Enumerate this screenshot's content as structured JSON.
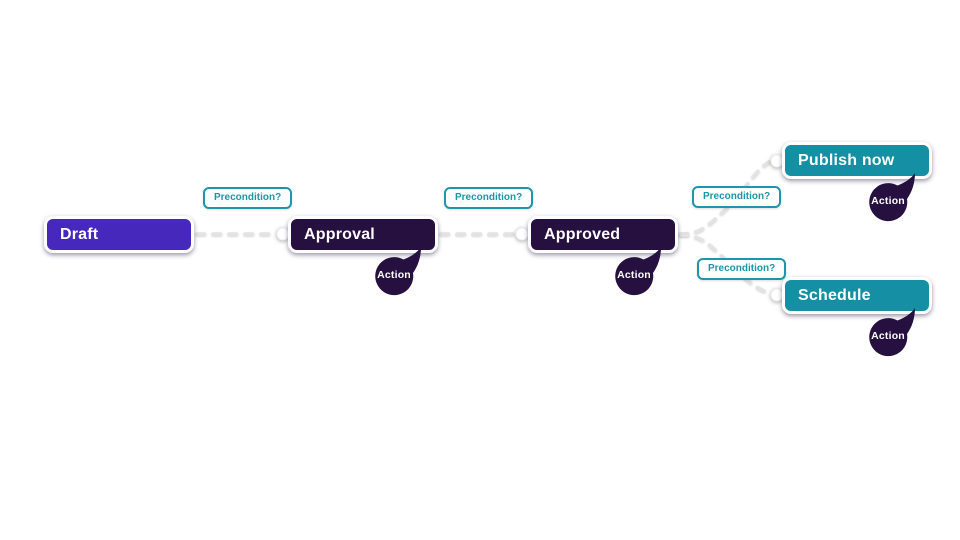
{
  "diagram": {
    "title": "publishing-workflow-diagram",
    "nodes": [
      {
        "id": "draft",
        "label": "Draft",
        "style": "draft",
        "has_action": false
      },
      {
        "id": "approval",
        "label": "Approval",
        "style": "dark",
        "has_action": true,
        "action_label": "Action"
      },
      {
        "id": "approved",
        "label": "Approved",
        "style": "dark",
        "has_action": true,
        "action_label": "Action"
      },
      {
        "id": "publish-now",
        "label": "Publish now",
        "style": "teal",
        "has_action": true,
        "action_label": "Action"
      },
      {
        "id": "schedule",
        "label": "Schedule",
        "style": "teal",
        "has_action": true,
        "action_label": "Action"
      }
    ],
    "edges": [
      {
        "from": "draft",
        "to": "approval",
        "label": "Precondition?",
        "style": "dashed"
      },
      {
        "from": "approval",
        "to": "approved",
        "label": "Precondition?",
        "style": "dashed"
      },
      {
        "from": "approved",
        "to": "publish-now",
        "label": "Precondition?",
        "style": "dashed"
      },
      {
        "from": "approved",
        "to": "schedule",
        "label": "Precondition?",
        "style": "dashed"
      }
    ],
    "colors": {
      "draft": "#4728bd",
      "dark": "#261040",
      "teal": "#148fa4",
      "pill": "#1e95ab",
      "line": "#e3e3e3",
      "background": "#ffffff"
    }
  }
}
